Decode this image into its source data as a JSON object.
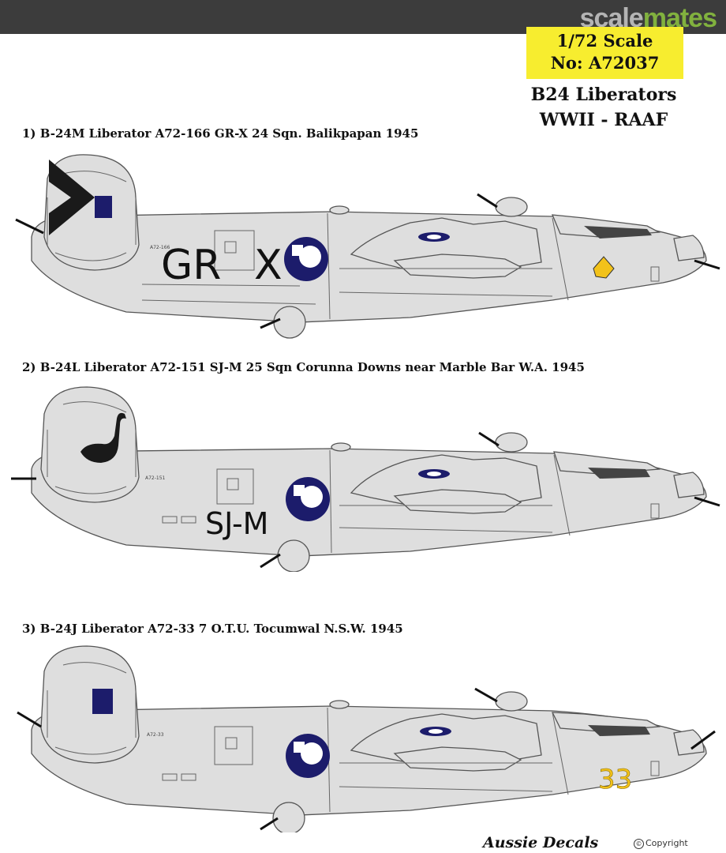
{
  "header": {
    "watermark_part1": "scale",
    "watermark_part2": "mates",
    "scale_line": "1/72 Scale",
    "number_line": "No: A72037",
    "title_line1": "B24 Liberators",
    "title_line2": "WWII - RAAF"
  },
  "profiles": [
    {
      "caption": "1) B-24M Liberator A72-166 GR-X  24 Sqn. Balikpapan  1945",
      "code_left": "GR",
      "code_right": "X",
      "serial": "A72-166",
      "nose_number": ""
    },
    {
      "caption": "2) B-24L Liberator A72-151 SJ-M 25 Sqn Corunna Downs near Marble Bar W.A.  1945",
      "code": "SJ-M",
      "serial": "A72-151"
    },
    {
      "caption": "3) B-24J Liberator A72-33 7 O.T.U. Tocumwal N.S.W.  1945",
      "serial": "A72-33",
      "nose_number": "33"
    }
  ],
  "colors": {
    "aircraft_grey": "#dedede",
    "panel_line": "#555555",
    "roundel_blue": "#1c1c6b",
    "yellow": "#f2c21a",
    "scale_box": "#f7ed2f"
  },
  "footer": {
    "brand": "Aussie Decals",
    "copyright": "Copyright"
  }
}
